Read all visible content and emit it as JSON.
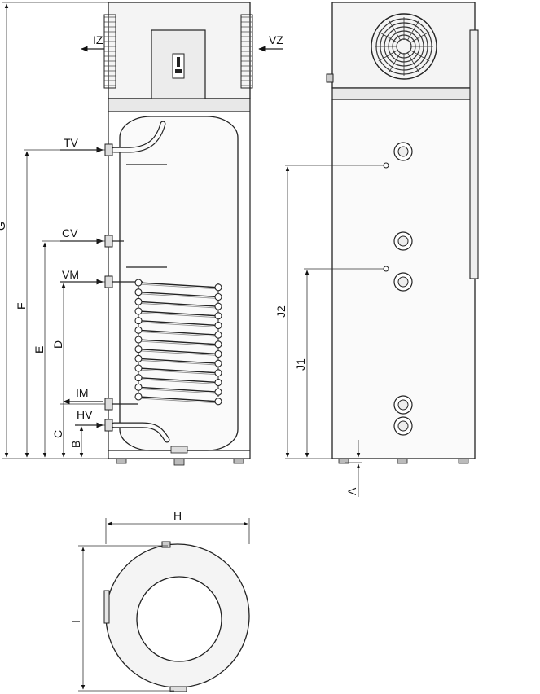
{
  "labels": {
    "iz": "IZ",
    "vz": "VZ",
    "tv": "TV",
    "cv": "CV",
    "vm": "VM",
    "im": "IM",
    "hv": "HV",
    "g": "G",
    "f": "F",
    "e": "E",
    "d": "D",
    "c": "C",
    "b": "B",
    "j2": "J2",
    "j1": "J1",
    "a": "A",
    "h": "H",
    "i": "I"
  }
}
